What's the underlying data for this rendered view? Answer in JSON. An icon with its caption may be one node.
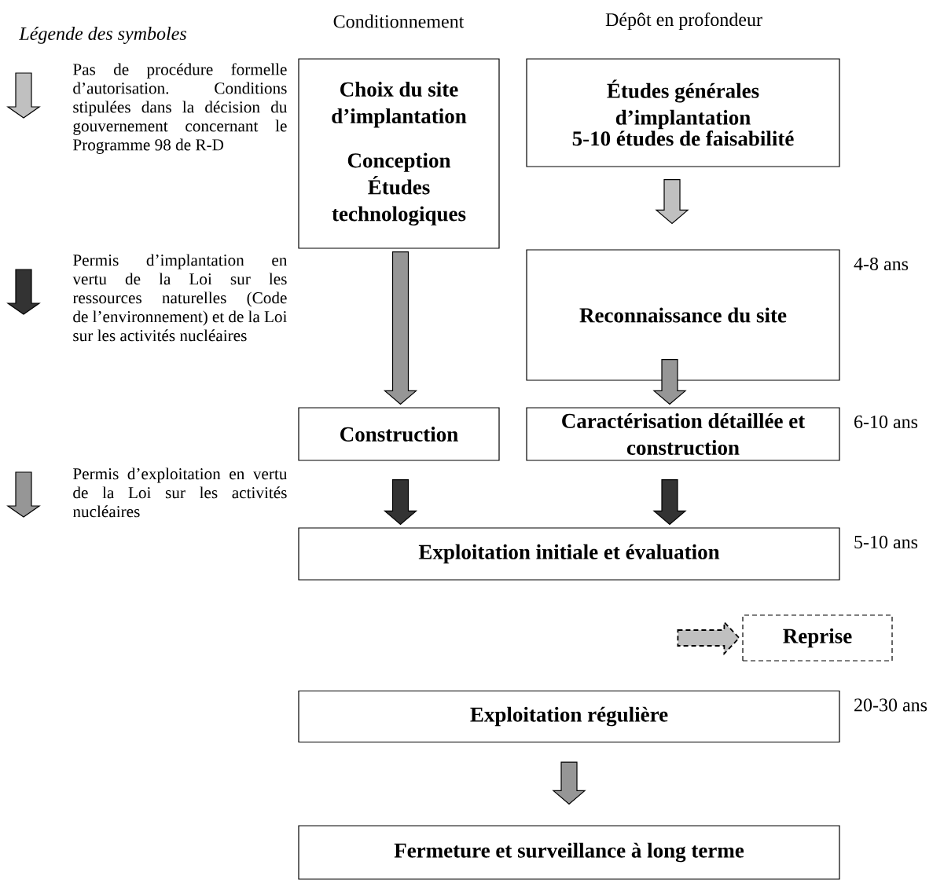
{
  "diagram": {
    "nodes": [
      {
        "text": [
          "Choix du site d’implantation",
          "Conception Études technologiques"
        ]
      },
      {
        "text": [
          "Études générales d’implantation",
          "5-10 études de faisabilité"
        ]
      },
      {
        "text": [
          "Reconnaissance du site"
        ],
        "beside": [
          "4-8 ans"
        ]
      },
      {
        "text": [
          "Construction"
        ]
      },
      {
        "text": [
          "Caractérisation détaillée et construction"
        ],
        "beside": [
          "6-10 ans"
        ]
      },
      {
        "text": [
          "Exploitation initiale et évaluation"
        ],
        "beside": [
          "5-10 ans"
        ]
      },
      {
        "text": [
          "Reprise"
        ]
      },
      {
        "text": [
          "Exploitation régulière"
        ],
        "beside": [
          "20-30 ans"
        ]
      },
      {
        "text": [
          "Fermeture et surveillance à long terme"
        ]
      }
    ],
    "edges": [
      {
        "from": 1,
        "to": 2,
        "arrow": "to",
        "color": "#c0c0c0"
      },
      {
        "from": 0,
        "to": 3,
        "arrow": "to",
        "color": "#969696"
      },
      {
        "from": 2,
        "to": 4,
        "arrow": "to",
        "color": "#969696"
      },
      {
        "from": 3,
        "to": 5,
        "arrow": "to",
        "color": "#333333"
      },
      {
        "from": 4,
        "to": 5,
        "arrow": "to",
        "color": "#333333"
      },
      {
        "from": null,
        "to": 6,
        "arrow": "to",
        "style": "dashed",
        "color": "#c0c0c0"
      },
      {
        "from": 7,
        "to": 8,
        "arrow": "to",
        "color": "#969696"
      }
    ],
    "labels": [
      "Légende des symboles",
      "Conditionnement",
      "Dépôt en profondeur"
    ],
    "legend": [
      {
        "text": "Pas de procédure formelle d’autorisation. Conditions stipulées dans la décision du gouvernement concernant le Programme 98 de R-D",
        "color": "#c0c0c0"
      },
      {
        "text": "Permis d’implantation en vertu de la Loi sur les ressources naturelles (Code de l’environnement) et de la Loi sur les activités nucléaires",
        "color": "#333333"
      },
      {
        "text": "Permis d’exploitation en vertu de la Loi sur les activités nucléaires",
        "color": "#969696"
      }
    ]
  }
}
